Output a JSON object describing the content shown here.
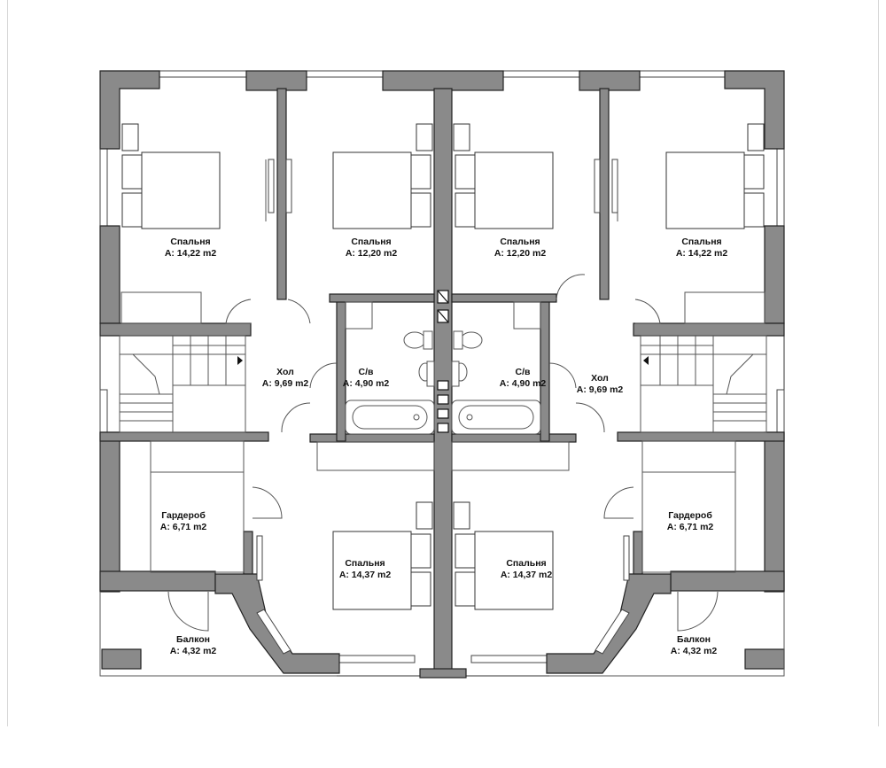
{
  "rooms": {
    "bedroom_tl": {
      "name": "Спальня",
      "area": "A: 14,22 m2"
    },
    "bedroom_tm": {
      "name": "Спальня",
      "area": "A: 12,20 m2"
    },
    "bedroom_tm2": {
      "name": "Спальня",
      "area": "A: 12,20 m2"
    },
    "bedroom_tr": {
      "name": "Спальня",
      "area": "A: 14,22 m2"
    },
    "hall_l": {
      "name": "Хол",
      "area": "A: 9,69 m2"
    },
    "bath_l": {
      "name": "С/в",
      "area": "A: 4,90 m2"
    },
    "bath_r": {
      "name": "С/в",
      "area": "A: 4,90 m2"
    },
    "hall_r": {
      "name": "Хол",
      "area": "A: 9,69 m2"
    },
    "wardrobe_l": {
      "name": "Гардероб",
      "area": "A: 6,71 m2"
    },
    "wardrobe_r": {
      "name": "Гардероб",
      "area": "A: 6,71 m2"
    },
    "bedroom_bl": {
      "name": "Спальня",
      "area": "A: 14,37 m2"
    },
    "bedroom_br": {
      "name": "Спальня",
      "area": "A: 14,37 m2"
    },
    "balcony_l": {
      "name": "Балкон",
      "area": "A: 4,32 m2"
    },
    "balcony_r": {
      "name": "Балкон",
      "area": "A: 4,32 m2"
    }
  },
  "colors": {
    "wall": "#8a8a8a",
    "wall_outline": "#222222",
    "line": "#555555"
  }
}
